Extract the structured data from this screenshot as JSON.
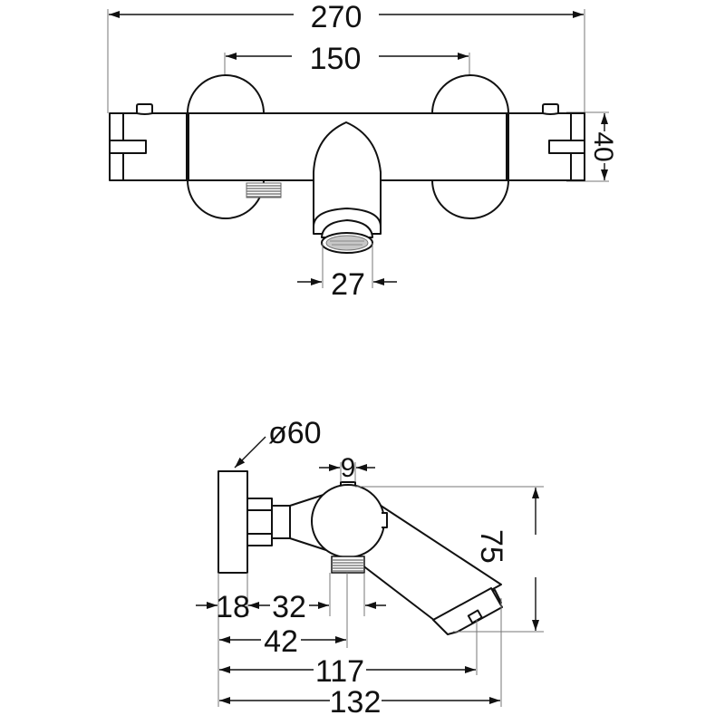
{
  "drawing": {
    "subject": "Thermostatic bath mixer technical drawing",
    "line_color": "#111111",
    "background": "#ffffff"
  },
  "front_view": {
    "dimensions": {
      "overall_width": "270",
      "inlet_spacing": "150",
      "body_height": "40",
      "outlet_diameter": "27"
    }
  },
  "side_view": {
    "dimensions": {
      "flange_diameter": "ø60",
      "top_pin_width": "9",
      "spout_height": "75",
      "flange_depth": "18",
      "connector_length": "32",
      "body_axis_offset": "42",
      "outlet_center_depth": "117",
      "overall_depth": "132"
    }
  }
}
